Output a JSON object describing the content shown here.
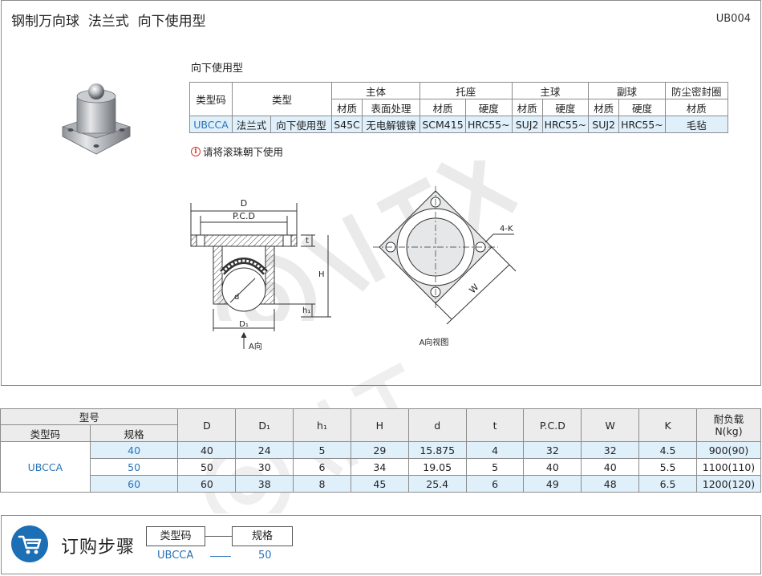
{
  "header": {
    "title": "钢制万向球  法兰式  向下使用型",
    "code": "UB004"
  },
  "section_label": "向下使用型",
  "spec_table": {
    "col_type_code": "类型码",
    "col_type": "类型",
    "group_body": "主体",
    "group_seat": "托座",
    "group_main_ball": "主球",
    "group_sub_ball": "副球",
    "group_seal": "防尘密封圈",
    "sub_material": "材质",
    "sub_surface": "表面处理",
    "sub_hardness": "硬度",
    "row": {
      "type_code": "UBCCA",
      "type_a": "法兰式",
      "type_b": "向下使用型",
      "body_material": "S45C",
      "body_surface": "无电解镀镍",
      "seat_material": "SCM415",
      "seat_hardness": "HRC55~",
      "main_material": "SUJ2",
      "main_hardness": "HRC55~",
      "sub_material": "SUJ2",
      "sub_hardness": "HRC55~",
      "seal_material": "毛毡"
    }
  },
  "note": "请将滚珠朝下使用",
  "drawing_labels": {
    "D": "D",
    "PCD": "P.C.D",
    "t": "t",
    "H": "H",
    "h1": "h₁",
    "D1": "D₁",
    "d": "d",
    "a_dir": "A向",
    "a_view": "A向视图",
    "four_k": "4-K",
    "W": "W"
  },
  "dims_table": {
    "model": "型号",
    "type_code": "类型码",
    "spec": "规格",
    "columns": [
      "D",
      "D₁",
      "h₁",
      "H",
      "d",
      "t",
      "P.C.D",
      "W",
      "K"
    ],
    "load_label_1": "耐负载",
    "load_label_2": "N(kg)",
    "type_value": "UBCCA",
    "rows": [
      {
        "spec": "40",
        "D": "40",
        "D1": "24",
        "h1": "5",
        "H": "29",
        "d": "15.875",
        "t": "4",
        "PCD": "32",
        "W": "32",
        "K": "4.5",
        "load": "900(90)"
      },
      {
        "spec": "50",
        "D": "50",
        "D1": "30",
        "h1": "6",
        "H": "34",
        "d": "19.05",
        "t": "5",
        "PCD": "40",
        "W": "40",
        "K": "5.5",
        "load": "1100(110)"
      },
      {
        "spec": "60",
        "D": "60",
        "D1": "38",
        "h1": "8",
        "H": "45",
        "d": "25.4",
        "t": "6",
        "PCD": "49",
        "W": "48",
        "K": "6.5",
        "load": "1200(120)"
      }
    ]
  },
  "order": {
    "title": "订购步骤",
    "box1": "类型码",
    "box2": "规格",
    "val1": "UBCCA",
    "val2": "50"
  },
  "colors": {
    "accent_blue": "#2a73b8",
    "row_highlight": "#dff0fb",
    "cart_circle": "#1d6fb5"
  }
}
